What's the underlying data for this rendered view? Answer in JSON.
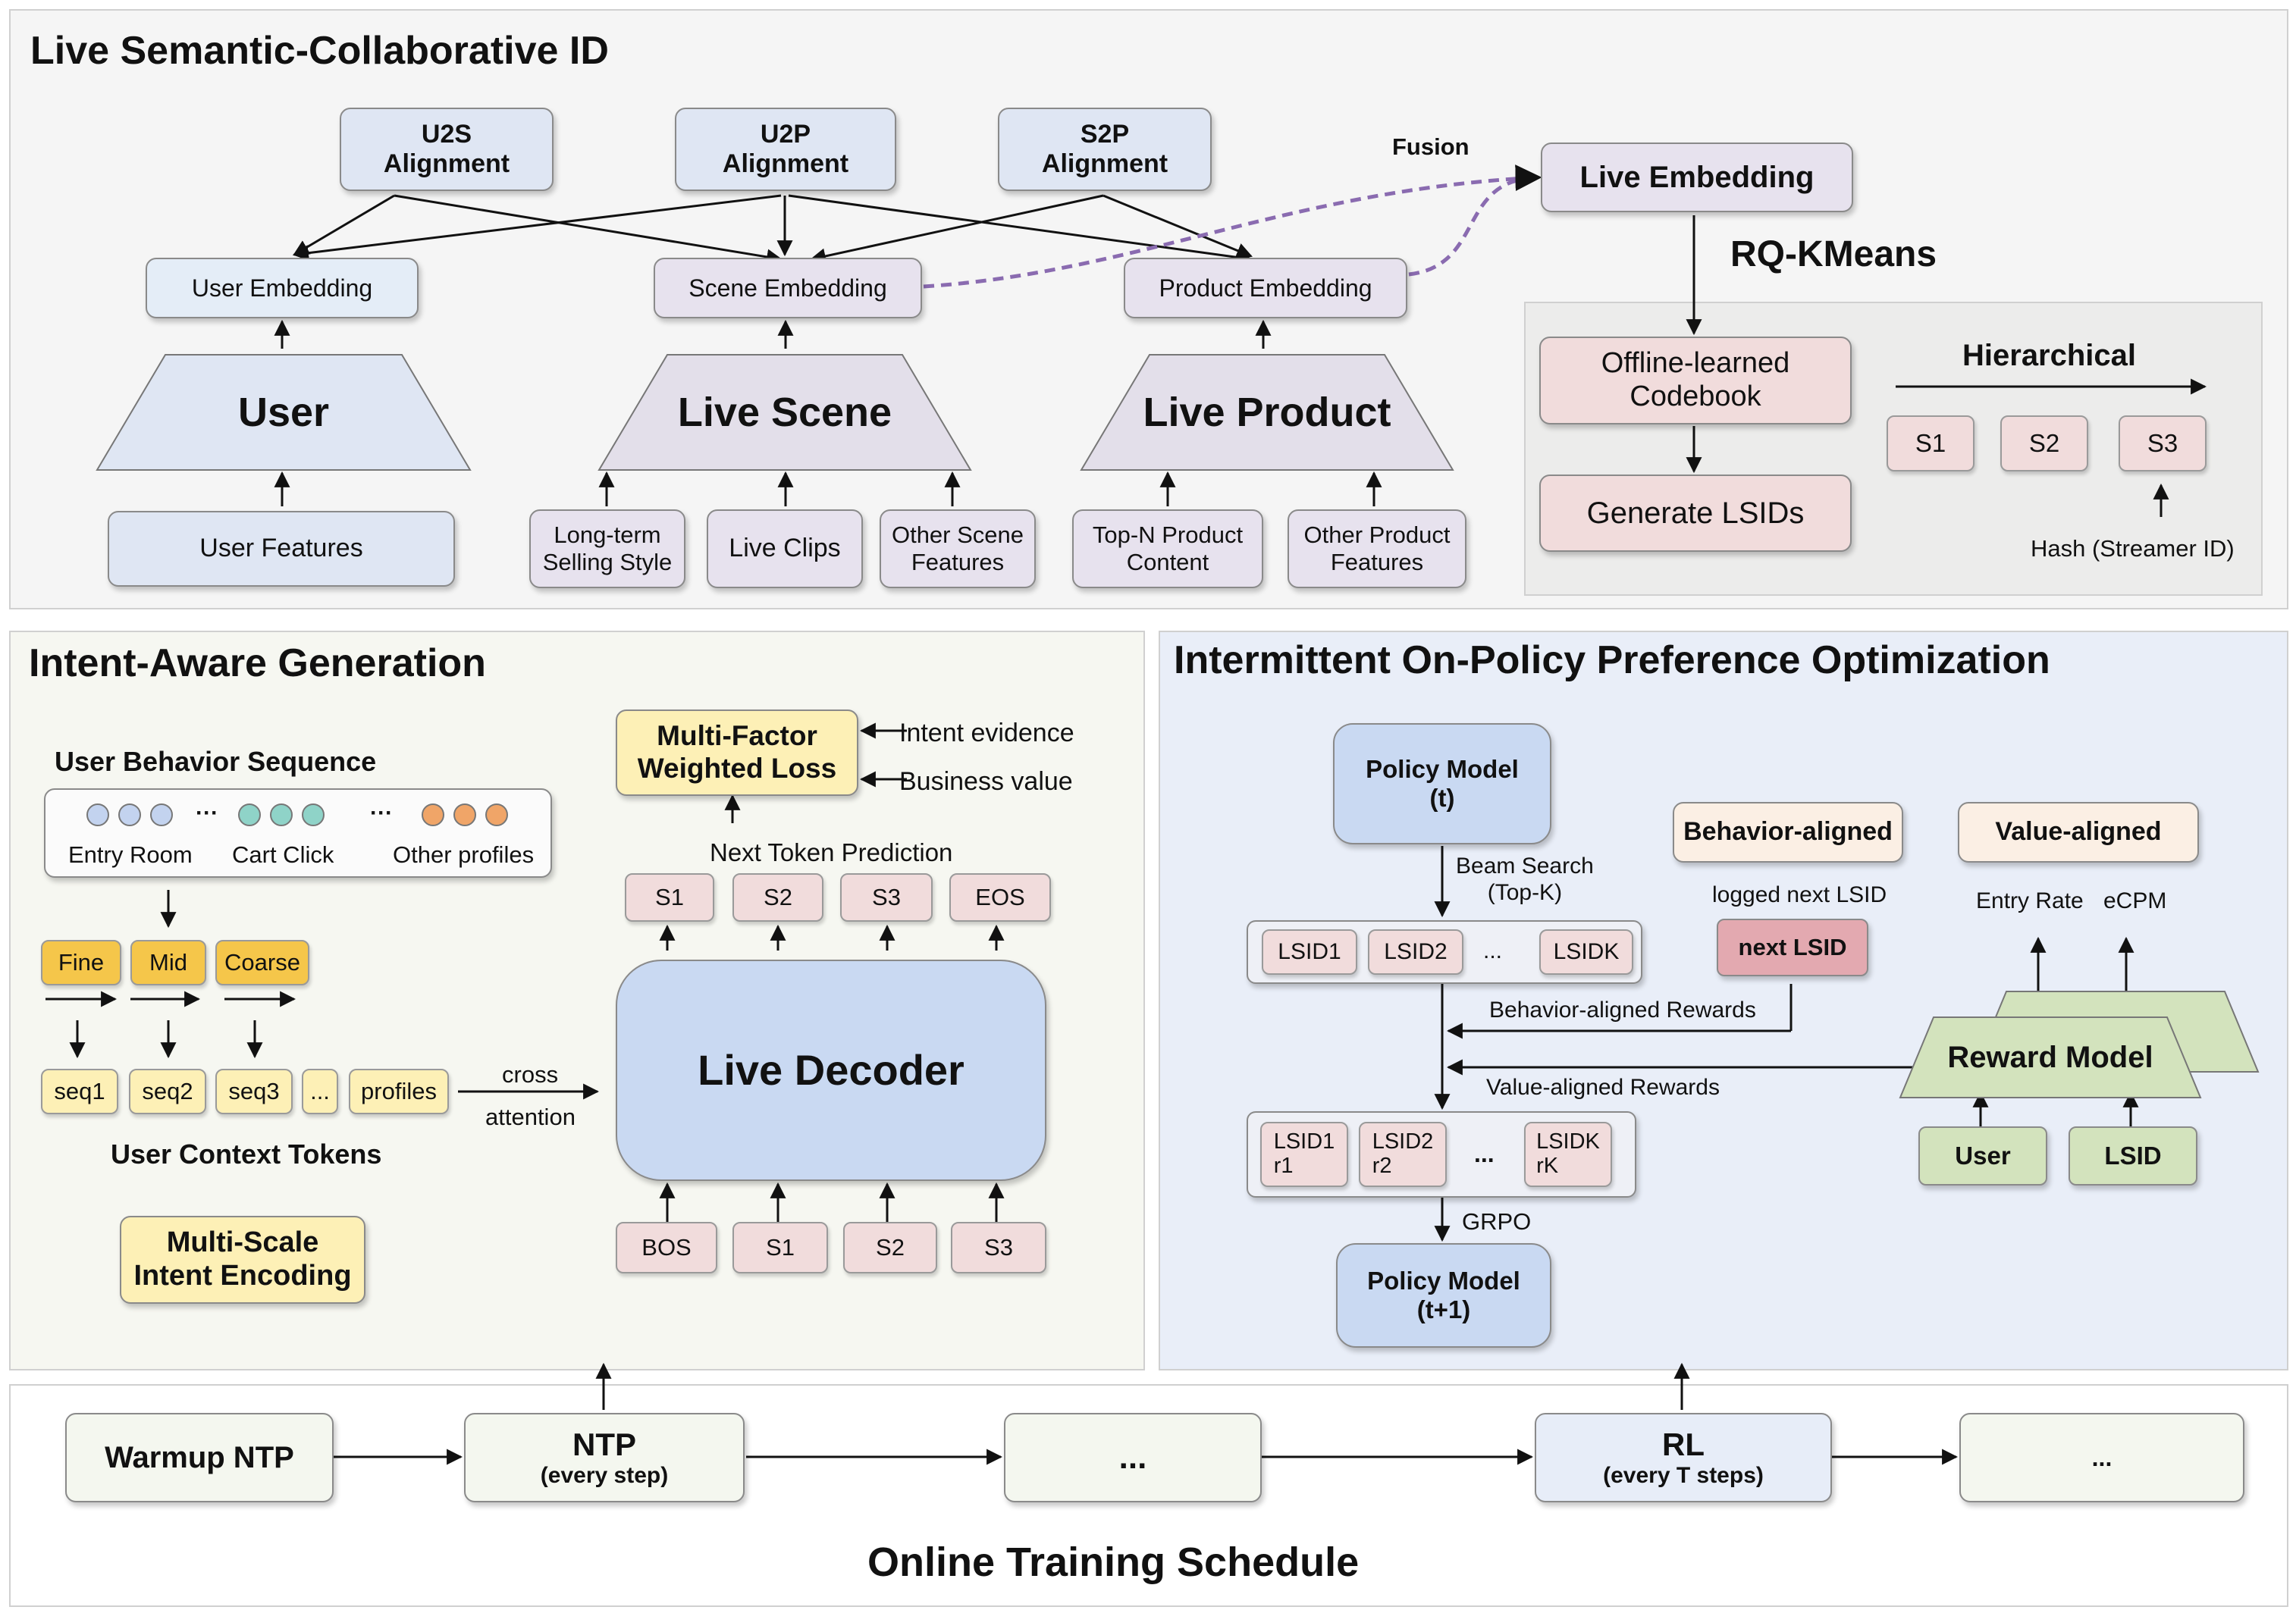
{
  "top": {
    "title": "Live Semantic-Collaborative ID",
    "alignments": [
      "U2S\nAlignment",
      "U2P\nAlignment",
      "S2P\nAlignment"
    ],
    "fusion": "Fusion",
    "user_embedding": "User Embedding",
    "scene_embedding": "Scene Embedding",
    "product_embedding": "Product Embedding",
    "live_embedding": "Live Embedding",
    "rq_kmeans": "RQ-KMeans",
    "user": "User",
    "live_scene": "Live Scene",
    "live_product": "Live Product",
    "user_features": "User Features",
    "scene_inputs": [
      "Long-term\nSelling Style",
      "Live Clips",
      "Other Scene\nFeatures"
    ],
    "product_inputs": [
      "Top-N Product\nContent",
      "Other Product\nFeatures"
    ],
    "codebook": "Offline-learned\nCodebook",
    "generate": "Generate LSIDs",
    "hierarchical": "Hierarchical",
    "sids": [
      "S1",
      "S2",
      "S3"
    ],
    "hash": "Hash (Streamer ID)"
  },
  "left": {
    "title": "Intent-Aware Generation",
    "seq_title": "User Behavior Sequence",
    "seq_labels": [
      "Entry Room",
      "Cart Click",
      "Other profiles"
    ],
    "ellipsis": "···",
    "scales": [
      "Fine",
      "Mid",
      "Coarse"
    ],
    "context_tokens": [
      "seq1",
      "seq2",
      "seq3",
      "...",
      "profiles"
    ],
    "context_title": "User Context Tokens",
    "cross": "cross",
    "attention": "attention",
    "msie": "Multi-Scale\nIntent Encoding",
    "mfwl": "Multi-Factor\nWeighted Loss",
    "intent_evidence": "Intent evidence",
    "business_value": "Business value",
    "ntp_label": "Next Token Prediction",
    "out_tokens": [
      "S1",
      "S2",
      "S3",
      "EOS"
    ],
    "decoder": "Live Decoder",
    "in_tokens": [
      "BOS",
      "S1",
      "S2",
      "S3"
    ]
  },
  "right": {
    "title": "Intermittent On-Policy Preference Optimization",
    "policy_t": "Policy Model\n(t)",
    "beam": "Beam Search\n(Top-K)",
    "lsids": [
      "LSID1",
      "LSID2",
      "...",
      "LSIDK"
    ],
    "behavior_aligned": "Behavior-aligned",
    "value_aligned": "Value-aligned",
    "logged": "logged next LSID",
    "next_lsid": "next LSID",
    "entry_rate": "Entry Rate",
    "ecpm": "eCPM",
    "behavior_rewards": "Behavior-aligned Rewards",
    "value_rewards": "Value-aligned Rewards",
    "reward_model": "Reward Model",
    "scored": [
      "LSID1\nr1",
      "LSID2\nr2",
      "...",
      "LSIDK\nrK"
    ],
    "user": "User",
    "lsid": "LSID",
    "grpo": "GRPO",
    "policy_t1": "Policy Model\n(t+1)"
  },
  "bottom": {
    "title": "Online Training Schedule",
    "warmup": "Warmup NTP",
    "ntp": "NTP",
    "ntp_sub": "(every step)",
    "dots": "...",
    "rl": "RL",
    "rl_sub": "(every T steps)",
    "dots2": "..."
  }
}
